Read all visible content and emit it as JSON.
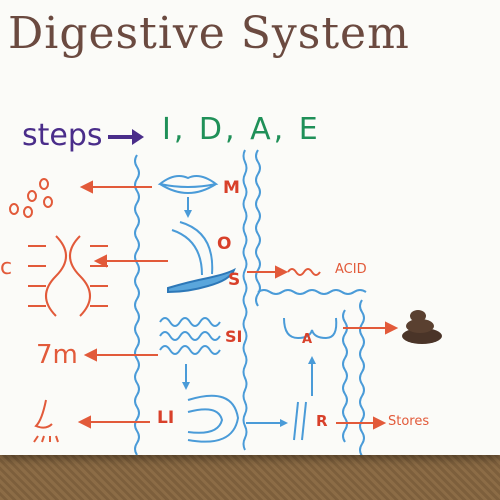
{
  "title": "Digestive System",
  "steps": {
    "label": "steps",
    "value": "I, D, A, E"
  },
  "organs": {
    "m": "M",
    "o": "O",
    "s": "S",
    "si": "SI",
    "a": "A",
    "li": "LI",
    "r": "R"
  },
  "notes": {
    "acid": "ACID",
    "stores": "Stores",
    "length": "7m",
    "c": "c"
  },
  "colors": {
    "ink_blue": "#4a9bd8",
    "ink_red": "#e25a3a",
    "ink_green": "#1f9058",
    "ink_purple": "#4a2d8a",
    "ink_brown": "#6b4a40"
  }
}
